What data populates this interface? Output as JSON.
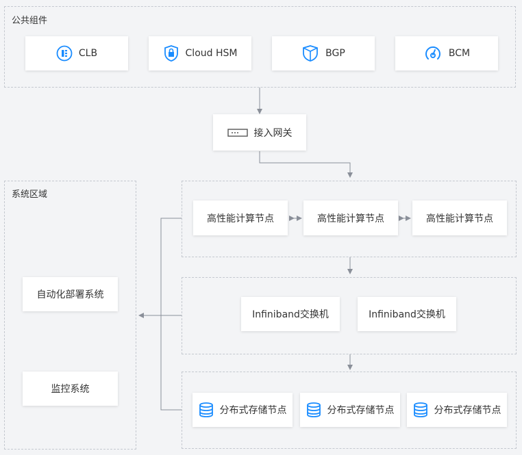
{
  "groups": {
    "public_components": "公共组件",
    "system_zone": "系统区域"
  },
  "nodes": {
    "clb": "CLB",
    "cloud_hsm": "Cloud HSM",
    "bgp": "BGP",
    "bcm": "BCM",
    "gateway": "接入网关",
    "hpc_1": "高性能计算节点",
    "hpc_2": "高性能计算节点",
    "hpc_3": "高性能计算节点",
    "ib_switch_1": "Infiniband交换机",
    "ib_switch_2": "Infiniband交换机",
    "deploy_system": "自动化部署系统",
    "monitor_system": "监控系统",
    "storage_1": "分布式存储节点",
    "storage_2": "分布式存储节点",
    "storage_3": "分布式存储节点"
  },
  "colors": {
    "icon_blue": "#1a8cff",
    "connector": "#8a8f99",
    "group_border": "#c4c8cf",
    "background": "#f3f4f6"
  },
  "icons": {
    "clb": "clb-icon",
    "cloud_hsm": "lock-shield-icon",
    "bgp": "bgp-shield-icon",
    "bcm": "gauge-icon",
    "gateway": "gateway-device-icon",
    "storage": "database-icon"
  }
}
